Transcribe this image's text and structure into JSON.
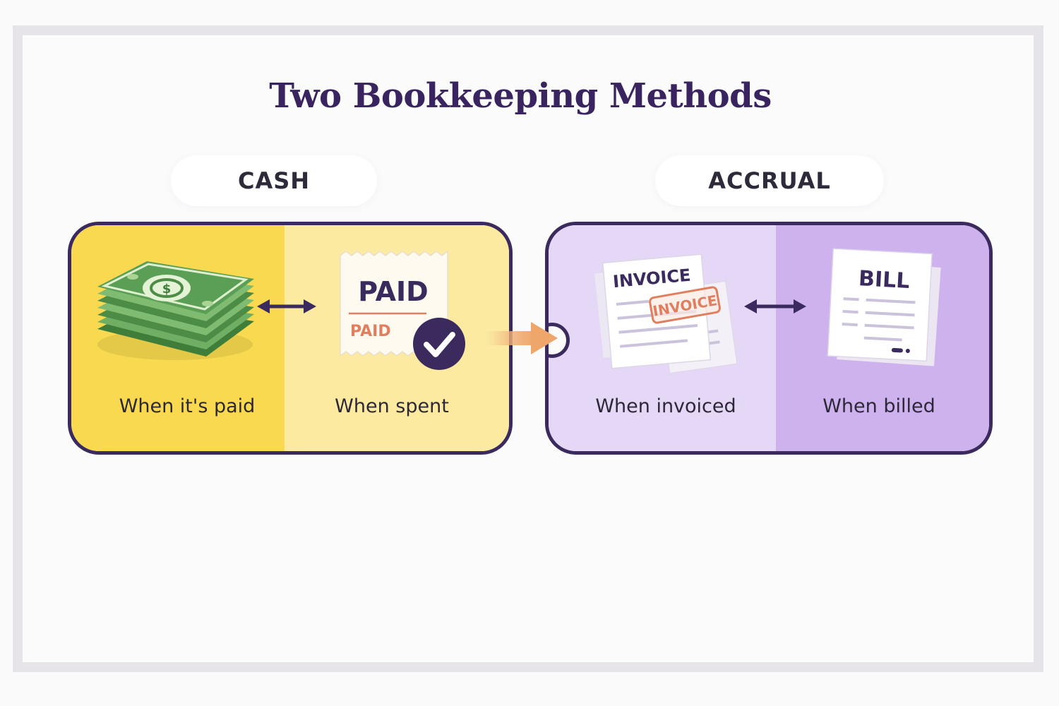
{
  "title": "Two Bookkeeping Methods",
  "cash": {
    "label": "CASH",
    "items": [
      {
        "caption": "When it's paid",
        "icon": "money-stack-icon"
      },
      {
        "caption": "When spent",
        "icon": "paid-receipt-icon",
        "stamp_main": "PAID",
        "stamp_small": "PAID"
      }
    ]
  },
  "accrual": {
    "label": "ACCRUAL",
    "items": [
      {
        "caption": "When invoiced",
        "icon": "invoice-docs-icon",
        "doc_title": "INVOICE",
        "stamp": "INVOICE"
      },
      {
        "caption": "When billed",
        "icon": "bill-doc-icon",
        "doc_title": "BILL"
      }
    ]
  },
  "colors": {
    "title": "#3a2460",
    "outline": "#3b2a5e",
    "cash_dark": "#f8d94f",
    "cash_light": "#fbeaa0",
    "accrual_light": "#e4d8f6",
    "accrual_dark": "#cdb2ee",
    "flow_arrow": "#eea66b",
    "stamp": "#e07f5f",
    "money": "#5b9e56"
  }
}
